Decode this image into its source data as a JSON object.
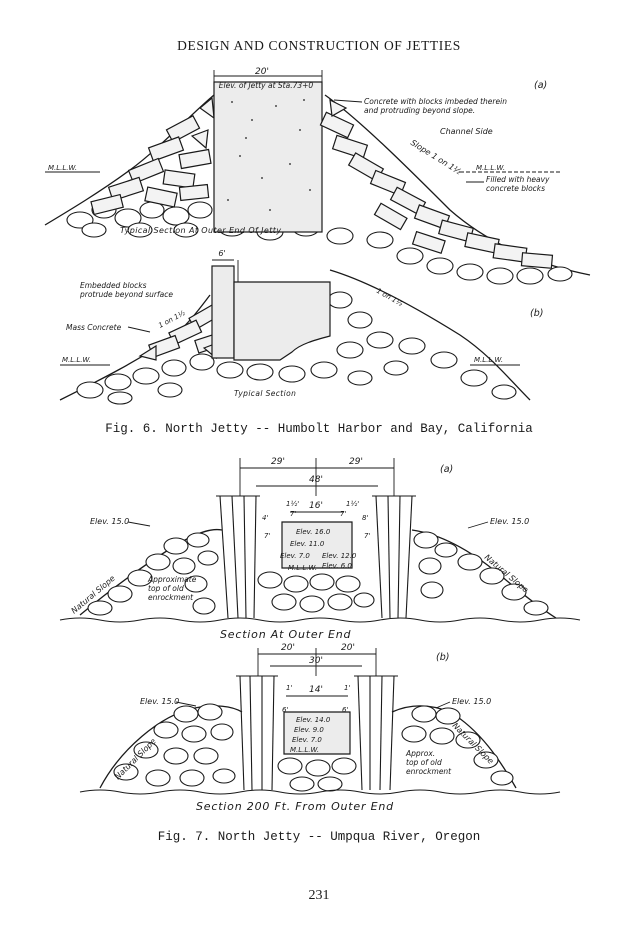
{
  "page": {
    "header": "DESIGN AND CONSTRUCTION OF JETTIES",
    "page_number": "231"
  },
  "fig6": {
    "caption": "Fig. 6.  North Jetty -- Humbolt Harbor and Bay, California",
    "a": {
      "label": "(a)",
      "width": "20'",
      "elev_label": "Elev. of Jetty at Sta.73+0",
      "concrete_note_1": "Concrete with blocks imbeded therein",
      "concrete_note_2": "and protruding beyond slope.",
      "channel_side": "Channel Side",
      "slope": "Slope 1 on 1½",
      "mllw_left": "M.L.L.W.",
      "mllw_right": "M.L.L.W.",
      "filled_note_1": "Filled with heavy",
      "filled_note_2": "concrete blocks",
      "section_title": "Typical Section At Outer End Of Jetty"
    },
    "b": {
      "label": "(b)",
      "width": "6'",
      "embedded_1": "Embedded blocks",
      "embedded_2": "protrude beyond surface",
      "mass_concrete": "Mass Concrete",
      "slope_left": "1 on 1½",
      "slope_right": "1 on 1½",
      "mllw_left": "M.L.L.W.",
      "mllw_right": "M.L.L.W.",
      "section_title": "Typical Section"
    }
  },
  "fig7": {
    "caption": "Fig. 7.  North Jetty -- Umpqua River, Oregon",
    "a": {
      "label": "(a)",
      "dim_left": "29'",
      "dim_right": "29'",
      "dim_total": "48'",
      "dim_center": "16'",
      "dim_half_l": "1½'",
      "dim_half_r": "1½'",
      "dim_7_l": "7'",
      "dim_7_r": "7'",
      "dim_4_l": "4'",
      "dim_8_r": "8'",
      "dim_7_l2": "7'",
      "dim_7_r2": "7'",
      "elev_left": "Elev. 15.0",
      "elev_right": "Elev. 15.0",
      "elev_160": "Elev. 16.0",
      "elev_110": "Elev. 11.0",
      "elev_70": "Elev. 7.0",
      "elev_120": "Elev. 12.0",
      "elev_60": "Elev. 6.0",
      "mllw": "M.L.L.W.",
      "natural_slope_l": "Natural Slope",
      "natural_slope_r": "Natural Slope",
      "approx_1": "Approximate",
      "approx_2": "top of old",
      "approx_3": "enrockment",
      "section_title": "Section At Outer End"
    },
    "b": {
      "label": "(b)",
      "dim_left": "20'",
      "dim_right": "20'",
      "dim_total": "30'",
      "dim_center": "14'",
      "dim_1_l": "1'",
      "dim_1_r": "1'",
      "dim_6_l": "6'",
      "dim_6_r": "6'",
      "elev_left": "Elev. 15.0",
      "elev_right": "Elev. 15.0",
      "elev_140": "Elev. 14.0",
      "elev_90": "Elev. 9.0",
      "elev_70": "Elev. 7.0",
      "mllw": "M.L.L.W.",
      "natural_slope_l": "Natural Slope",
      "natural_slope_r": "Natural Slope",
      "approx_1": "Approx.",
      "approx_2": "top of old",
      "approx_3": "enrockment",
      "section_title": "Section 200 Ft. From Outer End"
    }
  }
}
